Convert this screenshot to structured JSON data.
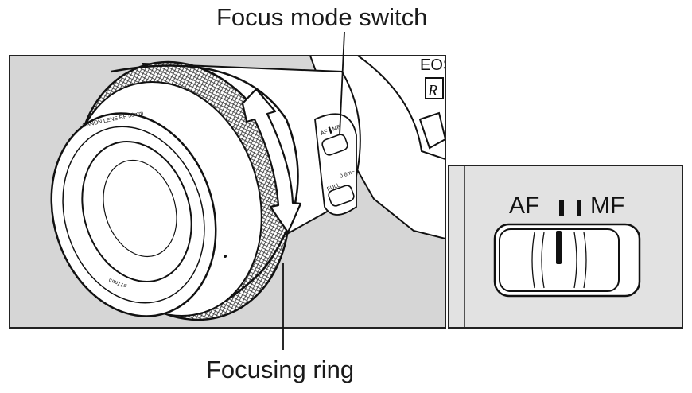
{
  "callouts": {
    "focus_mode_switch": "Focus mode switch",
    "focusing_ring": "Focusing ring"
  },
  "camera_markings": {
    "body_logo": "EOS",
    "mount_badge": "R"
  },
  "lens_markings": {
    "brand_ring": "CANON LENS RF 50mm",
    "filter_size": "ø77mm",
    "small_switch_af_mf": "AF▐ MF",
    "small_switch_distance": "0.8m~",
    "small_switch_full": "FULL"
  },
  "inset": {
    "af_label": "AF",
    "mf_label": "MF",
    "selected_position": "MF"
  },
  "colors": {
    "panel_background": "#d6d6d6",
    "inset_background": "#e2e2e2",
    "line": "#111111",
    "lens_white": "#ffffff"
  }
}
